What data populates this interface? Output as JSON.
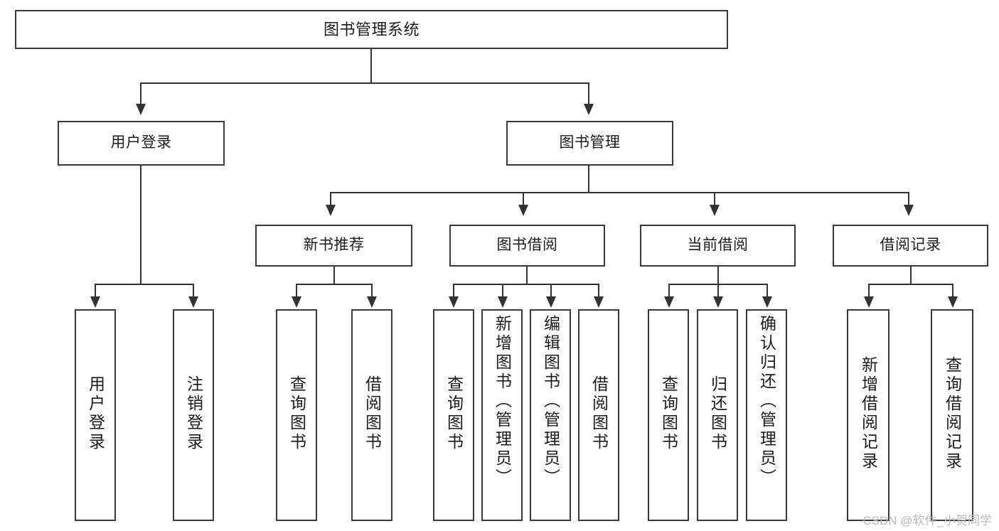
{
  "diagram": {
    "title": "图书管理系统",
    "type": "functional-structure-tree",
    "root": {
      "label": "图书管理系统"
    },
    "level2": [
      {
        "label": "用户登录"
      },
      {
        "label": "图书管理"
      }
    ],
    "level3": [
      {
        "label": "新书推荐"
      },
      {
        "label": "图书借阅"
      },
      {
        "label": "当前借阅"
      },
      {
        "label": "借阅记录"
      }
    ],
    "leaves": {
      "user_login": [
        {
          "label": "用户登录"
        },
        {
          "label": "注销登录"
        }
      ],
      "new_book_recommend": [
        {
          "label": "查询图书"
        },
        {
          "label": "借阅图书"
        }
      ],
      "book_borrow": [
        {
          "label": "查询图书"
        },
        {
          "label": "新增图书（管理员）"
        },
        {
          "label": "编辑图书（管理员）"
        },
        {
          "label": "借阅图书"
        }
      ],
      "current_borrow": [
        {
          "label": "查询图书"
        },
        {
          "label": "归还图书"
        },
        {
          "label": "确认归还（管理员）"
        }
      ],
      "borrow_record": [
        {
          "label": "新增借阅记录"
        },
        {
          "label": "查询借阅记录"
        }
      ]
    }
  },
  "watermark": {
    "text": "CSDN @软件_小贺同学"
  },
  "colors": {
    "box_border": "#3a3a3a",
    "line": "#333333",
    "text": "#1b1b1b",
    "background": "#ffffff",
    "watermark": "#b9b9b9"
  }
}
